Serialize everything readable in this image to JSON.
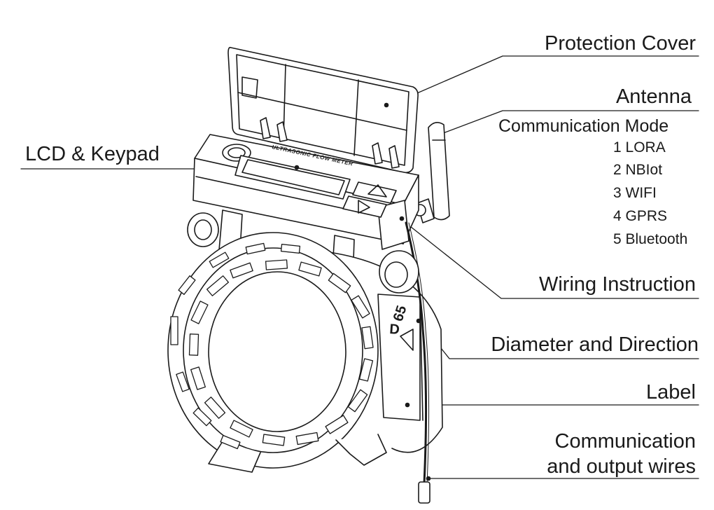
{
  "callouts": {
    "protection_cover": "Protection Cover",
    "antenna": "Antenna",
    "communication_mode": "Communication Mode",
    "modes": [
      "1  LORA",
      "2  NBIot",
      "3  WIFI",
      "4  GPRS",
      "5  Bluetooth"
    ],
    "lcd_keypad": "LCD & Keypad",
    "wiring_instruction": "Wiring Instruction",
    "diameter_direction": "Diameter and Direction",
    "label": "Label",
    "wires_line1": "Communication",
    "wires_line2": "and output wires"
  },
  "device": {
    "panel_text": "ULTRASONIC FLOW METER",
    "dn_prefix": "D",
    "dn_value": "65"
  },
  "colors": {
    "ink": "#1a1a1a",
    "body": "#ffffff",
    "shade": "#e6e6e6"
  }
}
